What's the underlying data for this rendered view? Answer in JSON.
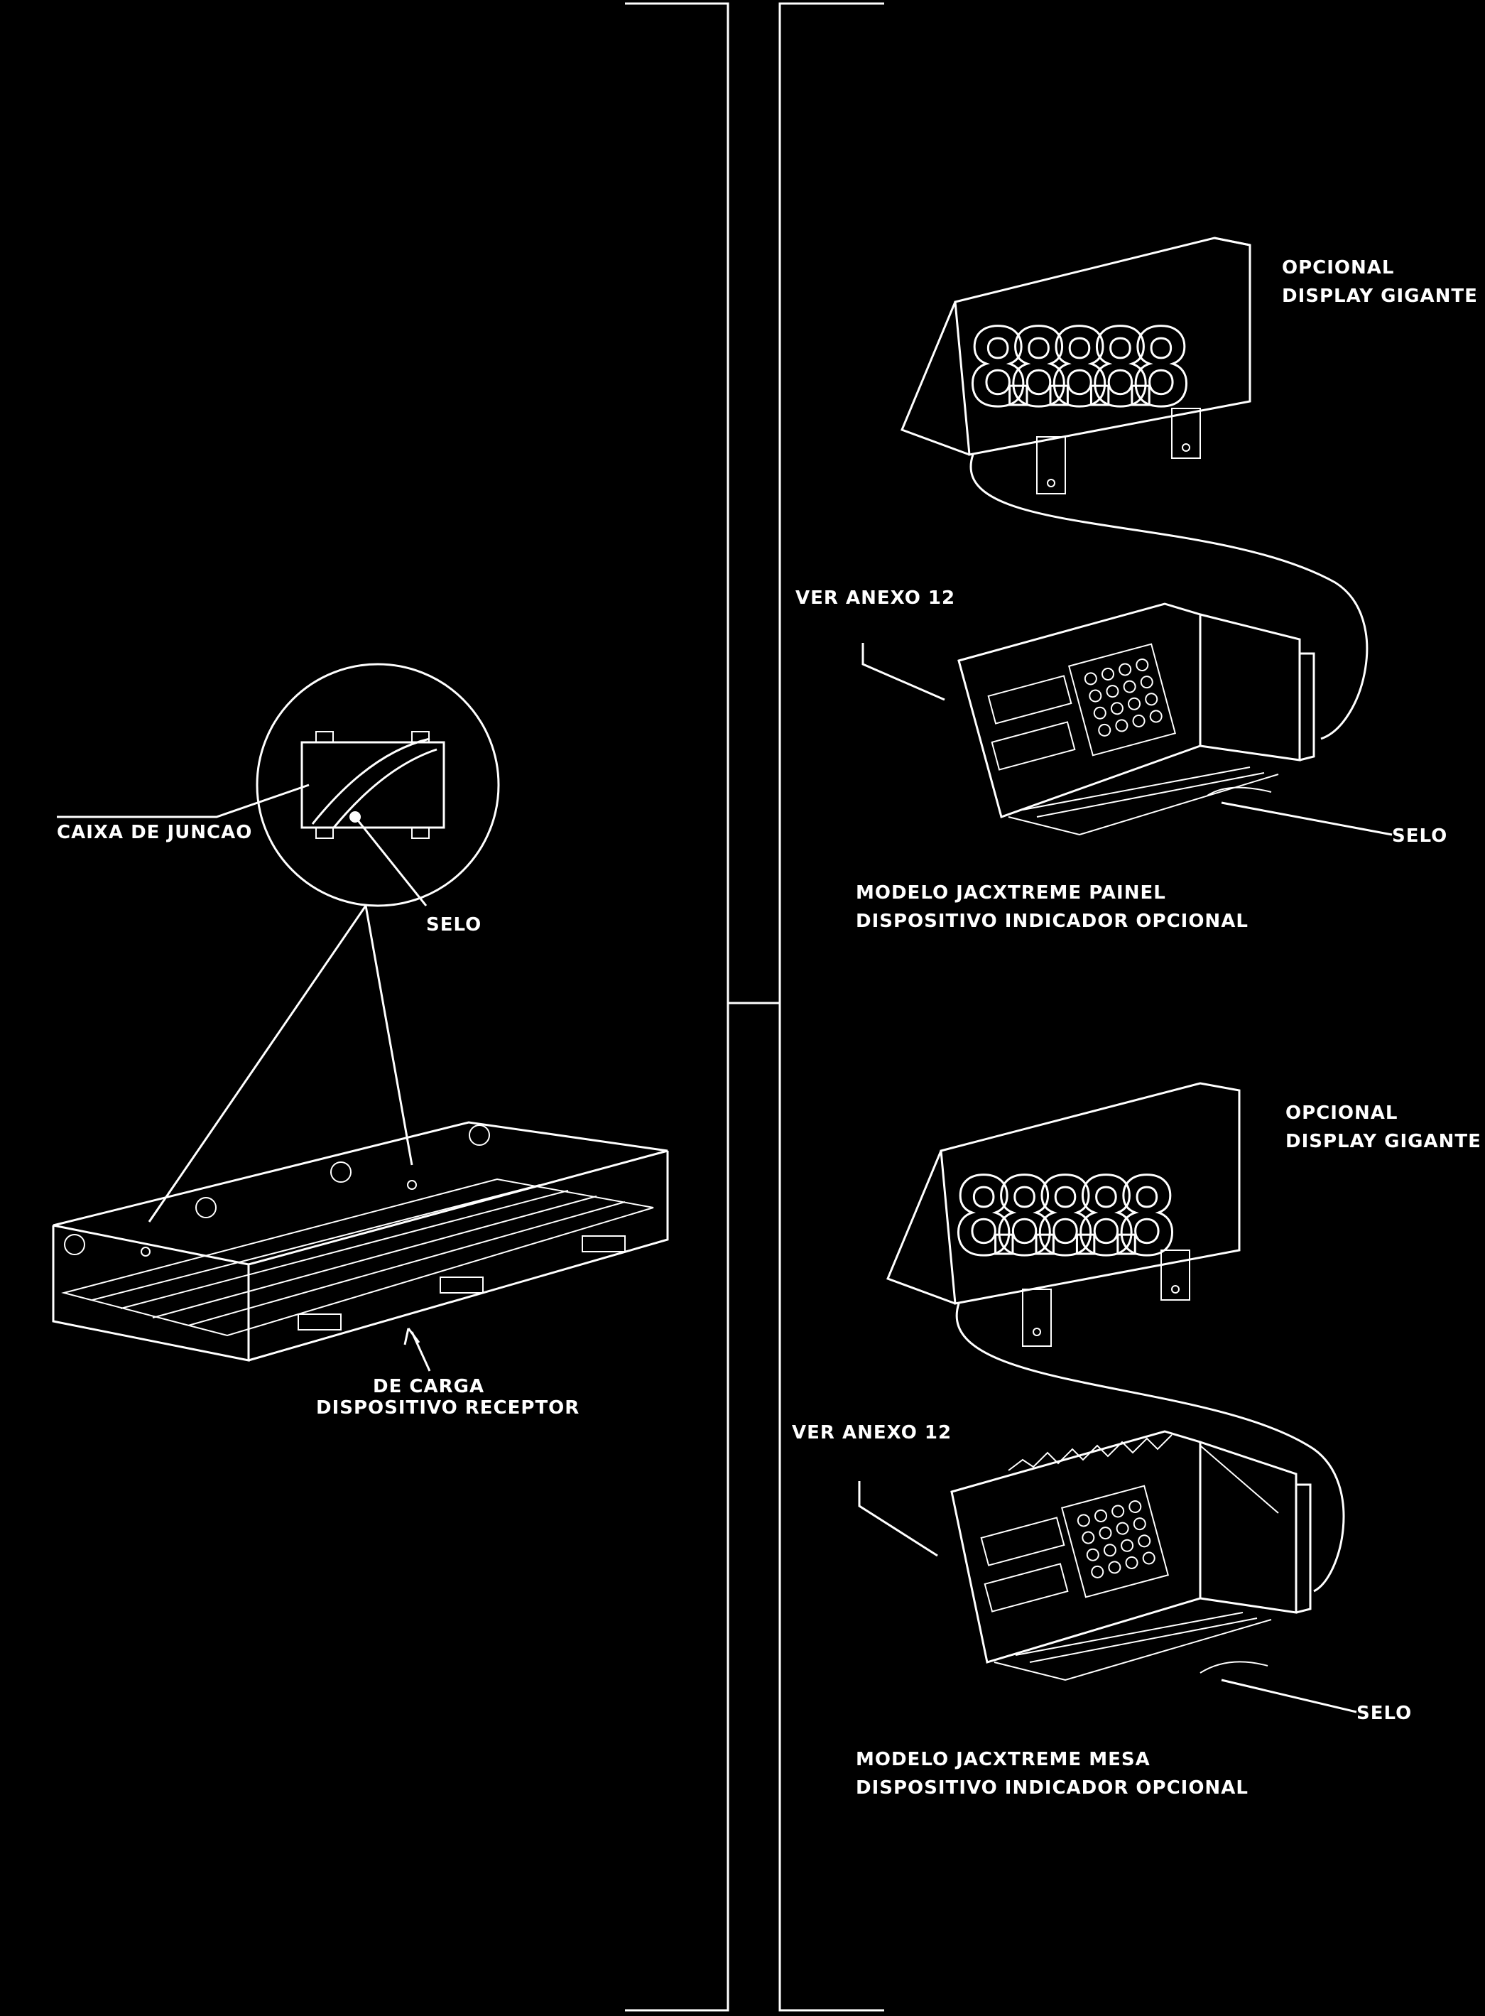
{
  "colors": {
    "background": "#000000",
    "ink": "#ffffff"
  },
  "labels": {
    "caixa_juncao": "CAIXA DE JUNCAO",
    "selo_left": "SELO",
    "receptor_line1": "DISPOSITIVO RECEPTOR",
    "receptor_line2": "DE CARGA",
    "display_top_line1": "DISPLAY GIGANTE",
    "display_top_line2": "OPCIONAL",
    "anexo_top": "VER ANEXO 12",
    "selo_top": "SELO",
    "panel_line1": "DISPOSITIVO INDICADOR OPCIONAL",
    "panel_line2": "MODELO JACXTREME PAINEL",
    "display_bottom_line1": "DISPLAY GIGANTE",
    "display_bottom_line2": "OPCIONAL",
    "anexo_bottom": "VER ANEXO 12",
    "selo_bottom": "SELO",
    "mesa_line1": "DISPOSITIVO INDICADOR OPCIONAL",
    "mesa_line2": "MODELO JACXTREME MESA",
    "display_digits": "8.8.8.8.8"
  }
}
